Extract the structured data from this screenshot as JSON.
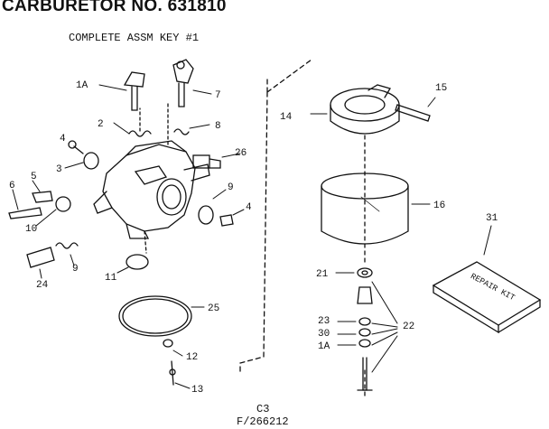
{
  "header": {
    "title": "CARBURETOR NO. 631810",
    "subtitle": "COMPLETE ASSM KEY #1"
  },
  "footer": {
    "line1": "C3",
    "line2": "F/266212"
  },
  "callouts": {
    "c1A_top": "1A",
    "c7": "7",
    "c2": "2",
    "c8": "8",
    "c4_left": "4",
    "c3": "3",
    "c26_upper": "26",
    "c5": "5",
    "c6": "6",
    "c10": "10",
    "c9_right": "9",
    "c4_right": "4",
    "c24": "24",
    "c9_lower": "9",
    "c11": "11",
    "c25": "25",
    "c12": "12",
    "c13": "13",
    "c14": "14",
    "c15": "15",
    "c16": "16",
    "c31": "31",
    "c21": "21",
    "c22": "22",
    "c23": "23",
    "c30": "30",
    "c1A_bottom": "1A"
  },
  "repair_kit": {
    "label": "REPAIR KIT"
  }
}
